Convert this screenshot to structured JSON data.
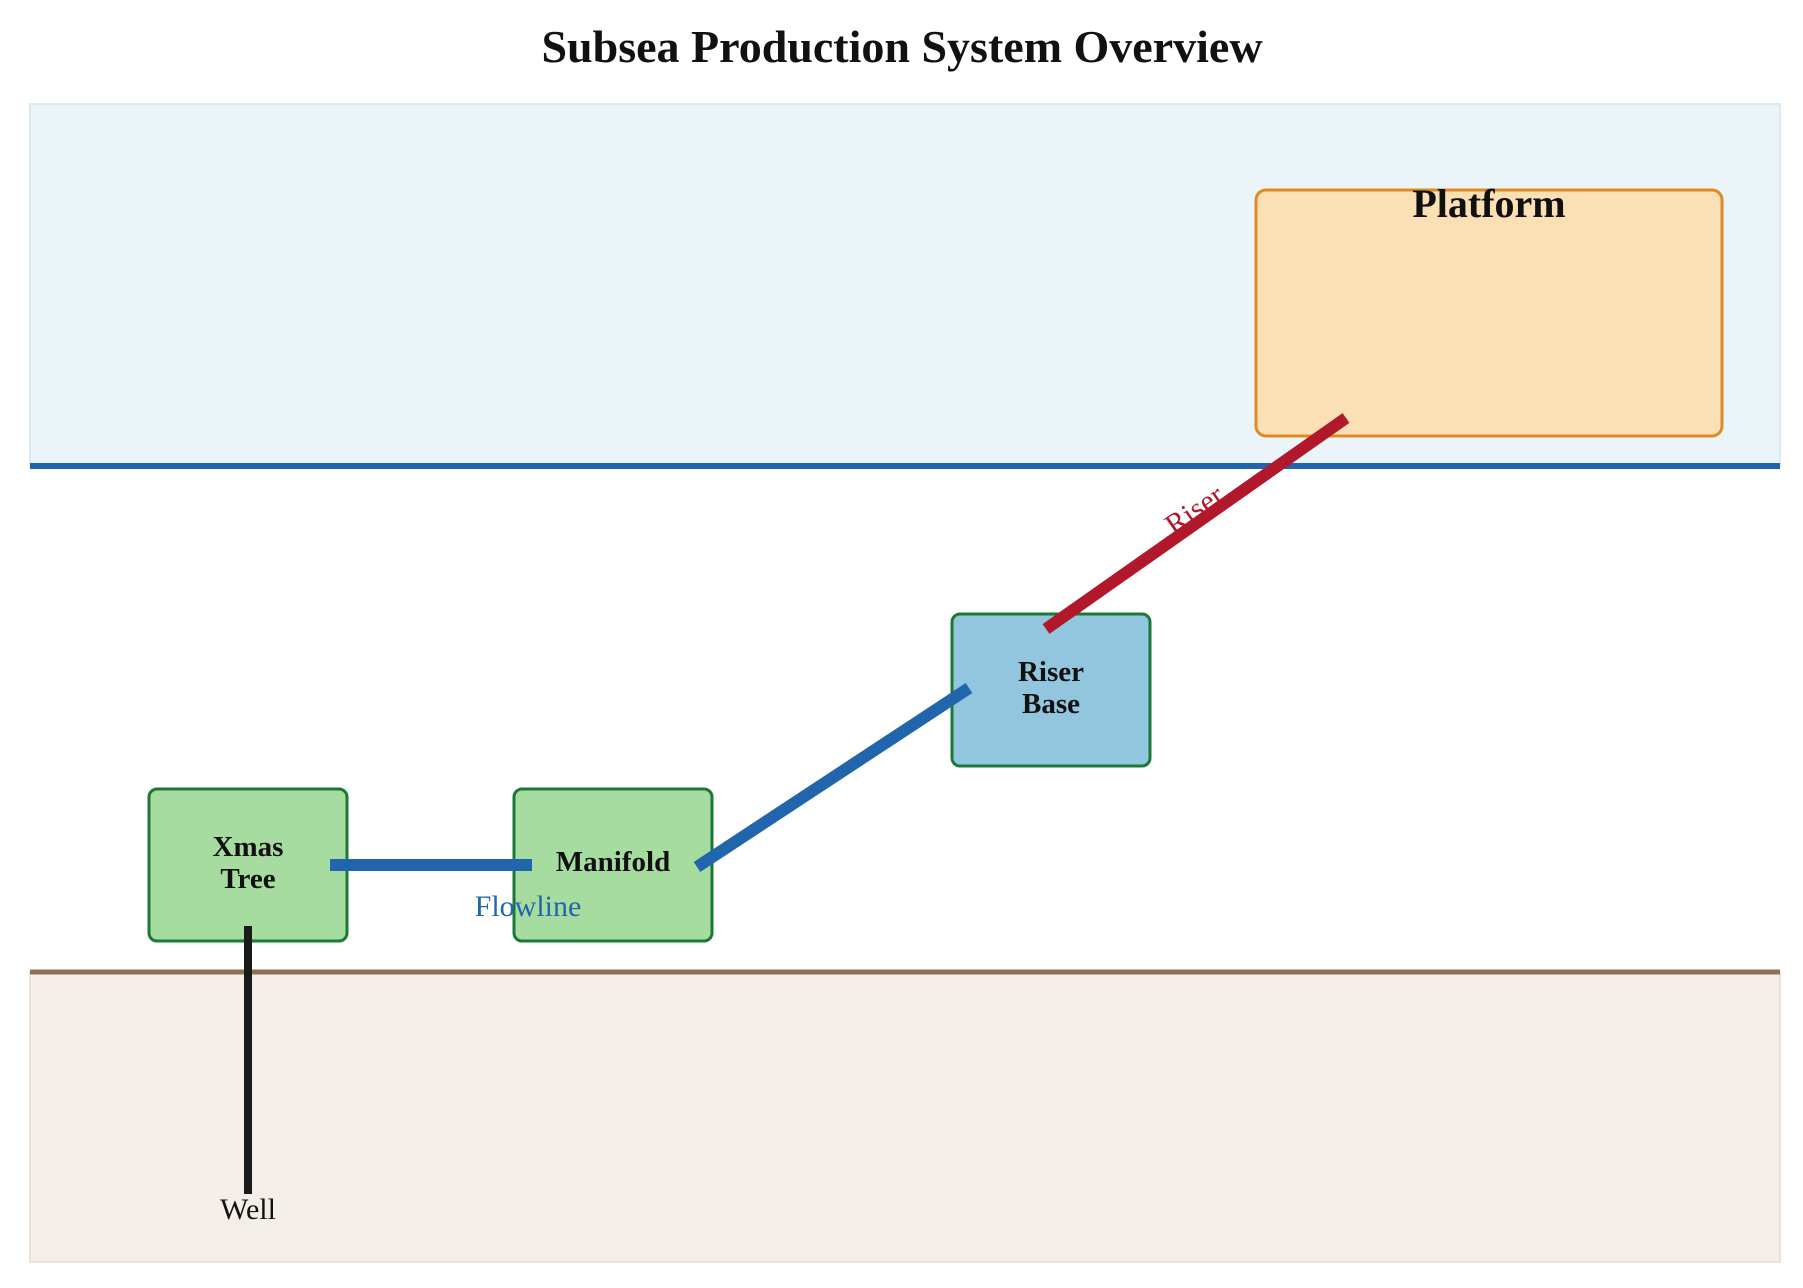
{
  "title": "Subsea Production System Overview",
  "zones": {
    "sea_color": "#ebf4f8",
    "sea_surface_color": "#2166ac",
    "seabed_line_color": "#8c7356",
    "subsoil_color": "#f3efe8"
  },
  "nodes": {
    "platform": {
      "label": "Platform",
      "fill": "#fce0b5",
      "stroke": "#e08a24"
    },
    "xmas_tree": {
      "line1": "Xmas",
      "line2": "Tree",
      "fill": "#a6dca0",
      "stroke": "#1b7837"
    },
    "manifold": {
      "label": "Manifold",
      "fill": "#a6dca0",
      "stroke": "#1b7837"
    },
    "riser_base": {
      "line1": "Riser",
      "line2": "Base",
      "fill": "#92c5de",
      "stroke": "#1b7837"
    }
  },
  "connections": {
    "flowline": {
      "label": "Flowline",
      "color": "#2166ac"
    },
    "riser": {
      "label": "Riser",
      "color": "#b2182b"
    },
    "well": {
      "label": "Well",
      "color": "#1a1a1a"
    }
  }
}
